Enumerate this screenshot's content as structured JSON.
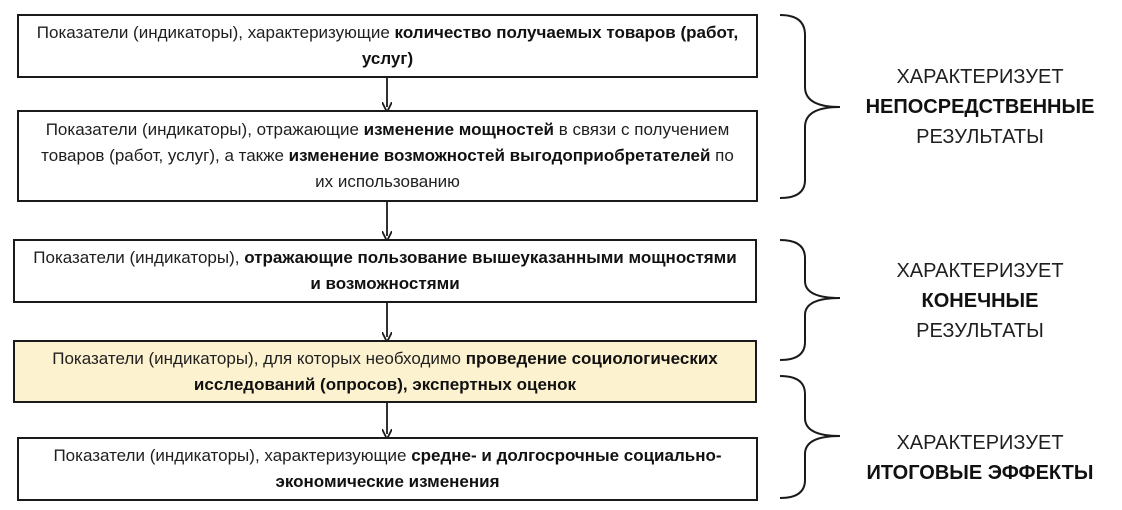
{
  "boxes": [
    {
      "normal": "Показатели (индикаторы), характеризующие ",
      "bold": "количество получаемых товаров (работ, услуг)",
      "tail": ""
    },
    {
      "p1": "Показатели (индикаторы), отражающие ",
      "b1": "изменение мощностей",
      "p2": " в связи с получением товаров (работ, услуг), а также ",
      "b2": "изменение возможностей выгодоприобретателей",
      "p3": " по их использованию"
    },
    {
      "normal": "Показатели (индикаторы), ",
      "bold": "отражающие пользование вышеуказанными мощностями и возможностями",
      "tail": ""
    },
    {
      "normal": "Показатели (индикаторы), для которых необходимо ",
      "bold": "проведение социологических исследований (опросов), экспертных оценок",
      "tail": ""
    },
    {
      "normal": "Показатели (индикаторы), характеризующие ",
      "bold": "средне- и долгосрочные социально-экономические изменения",
      "tail": ""
    }
  ],
  "captions": [
    {
      "line1": "ХАРАКТЕРИЗУЕТ",
      "line2": "НЕПОСРЕДСТВЕННЫЕ",
      "line3": "РЕЗУЛЬТАТЫ"
    },
    {
      "line1": "ХАРАКТЕРИЗУЕТ",
      "line2": "КОНЕЧНЫЕ",
      "line3": "РЕЗУЛЬТАТЫ"
    },
    {
      "line1": "ХАРАКТЕРИЗУЕТ",
      "line2": "ИТОГОВЫЕ ЭФФЕКТЫ"
    }
  ],
  "colors": {
    "highlight_fill": "#fdf2d0",
    "stroke": "#1a1a1a"
  }
}
